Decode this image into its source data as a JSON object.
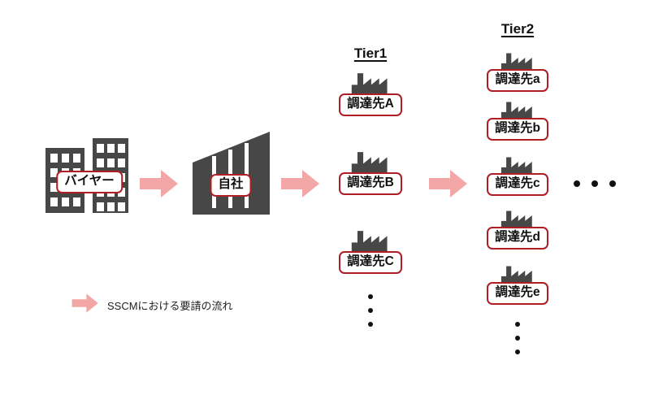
{
  "colors": {
    "building": "#474747",
    "arrow": "#f2a6a6",
    "border": "#ae1e24",
    "text": "#111111"
  },
  "buyer": {
    "label": "バイヤー"
  },
  "company": {
    "label": "自社"
  },
  "tier1": {
    "header": "Tier1",
    "suppliers": [
      {
        "label": "調達先A"
      },
      {
        "label": "調達先B"
      },
      {
        "label": "調達先C"
      }
    ],
    "ellipsis_vertical": "⋮"
  },
  "tier2": {
    "header": "Tier2",
    "suppliers": [
      {
        "label": "調達先a"
      },
      {
        "label": "調達先b"
      },
      {
        "label": "調達先c"
      },
      {
        "label": "調達先d"
      },
      {
        "label": "調達先e"
      }
    ],
    "ellipsis_vertical": "⋮"
  },
  "ellipsis_more_tiers": "・・・",
  "legend": {
    "text": "SSCMにおける要請の流れ"
  }
}
